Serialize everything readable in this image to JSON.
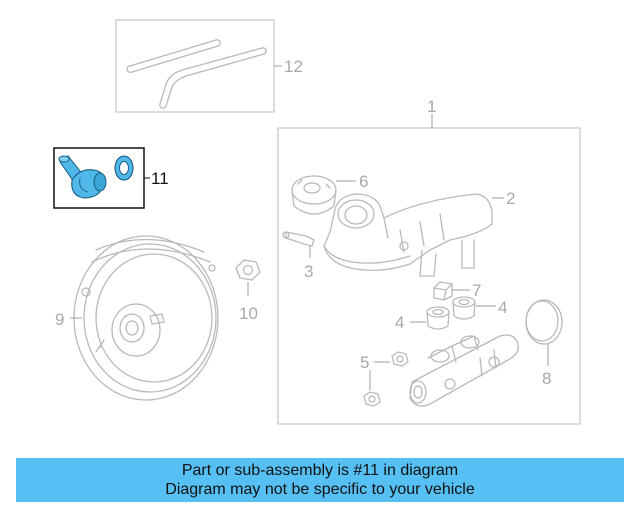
{
  "diagram": {
    "callouts": {
      "c1": "1",
      "c2": "2",
      "c3": "3",
      "c4a": "4",
      "c4b": "4",
      "c5": "5",
      "c6": "6",
      "c7": "7",
      "c8": "8",
      "c9": "9",
      "c10": "10",
      "c11": "11",
      "c12": "12"
    },
    "highlight_color": "#4fb8e8",
    "highlighted_part": "11"
  },
  "banner": {
    "line1": "Part or sub-assembly is #11 in diagram",
    "line2": "Diagram may not be specific to your vehicle",
    "background": "#56c0f5"
  }
}
